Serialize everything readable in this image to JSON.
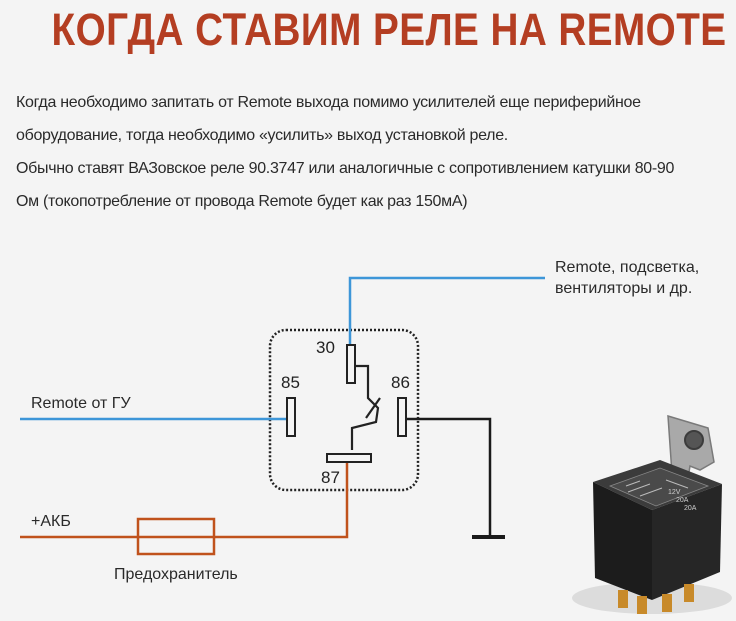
{
  "title": "КОГДА СТАВИМ РЕЛЕ НА REMOTE",
  "paragraphs": [
    "Когда необходимо запитать от Remote выхода помимо усилителей еще периферийное",
    "оборудование, тогда необходимо «усилить» выход установкой реле.",
    "Обычно ставят ВАЗовское реле 90.3747 или аналогичные с сопротивлением катушки 80-90",
    "Ом (токопотребление от провода Remote будет как раз 150мА)"
  ],
  "diagram": {
    "output_label_line1": "Remote, подсветка,",
    "output_label_line2": "вентиляторы и др.",
    "remote_input_label": "Remote от ГУ",
    "battery_label": "+АКБ",
    "fuse_label": "Предохранитель",
    "pins": {
      "p30": "30",
      "p85": "85",
      "p86": "86",
      "p87": "87"
    }
  },
  "photo": {
    "relay_markings": [
      "12V",
      "20A",
      "20A"
    ]
  },
  "colors": {
    "title": "#b43e22",
    "remote_wire": "#3d96d8",
    "power_wire": "#c0521c",
    "ground_wire": "#1a1a1a"
  }
}
